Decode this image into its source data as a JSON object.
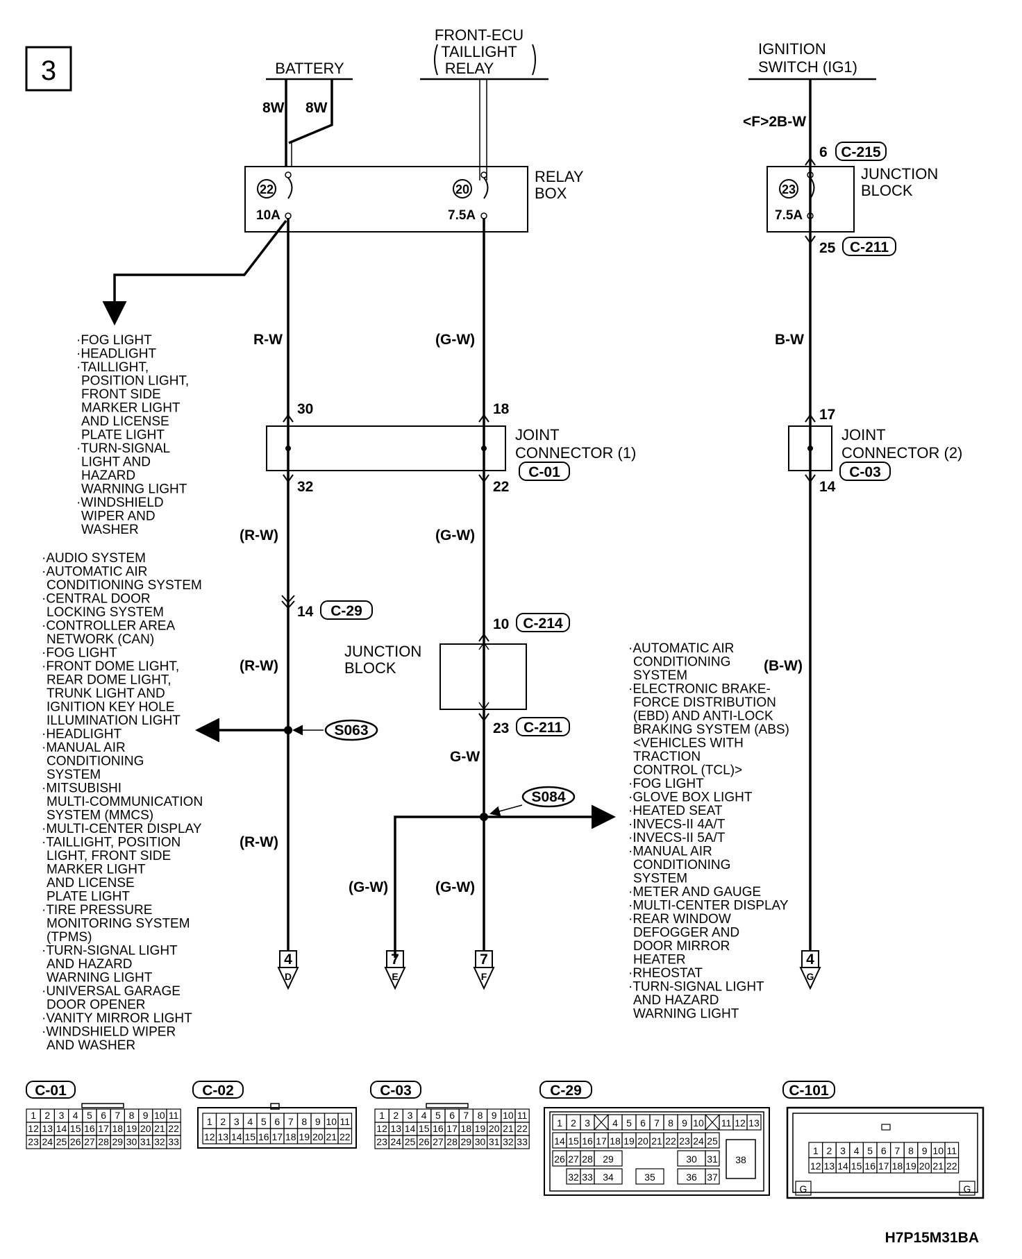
{
  "page_number": "3",
  "drawing_code": "H7P15M31BA",
  "sources": {
    "battery": "BATTERY",
    "front_ecu_lines": [
      "FRONT-ECU",
      "TAILLIGHT",
      "RELAY"
    ],
    "ignition_lines": [
      "IGNITION",
      "SWITCH (IG1)"
    ]
  },
  "wire_labels": {
    "battery_left": "8W",
    "battery_right": "8W",
    "ign_top": "<F>2B-W",
    "rw_1": "R-W",
    "gw_1": "(G-W)",
    "bw_1": "B-W",
    "rw_2": "(R-W)",
    "gw_2": "(G-W)",
    "rw_3": "(R-W)",
    "bw_2": "(B-W)",
    "gw_3": "G-W",
    "rw_4": "(R-W)",
    "gw_4": "(G-W)",
    "gw_5": "(G-W)"
  },
  "relay_box": {
    "label_lines": [
      "RELAY",
      "BOX"
    ],
    "fuse_a_no": "22",
    "fuse_a_rating": "10A",
    "fuse_b_no": "20",
    "fuse_b_rating": "7.5A"
  },
  "junction_block_top": {
    "label_lines": [
      "JUNCTION",
      "BLOCK"
    ],
    "fuse_no": "23",
    "fuse_rating": "7.5A",
    "pin_in": "6",
    "conn_in": "C-215",
    "pin_out": "25",
    "conn_out": "C-211"
  },
  "joint_connector_1": {
    "label_lines": [
      "JOINT",
      "CONNECTOR (1)"
    ],
    "connector": "C-01",
    "pin_a_in": "30",
    "pin_a_out": "32",
    "pin_b_in": "18",
    "pin_b_out": "22"
  },
  "joint_connector_2": {
    "label_lines": [
      "JOINT",
      "CONNECTOR (2)"
    ],
    "connector": "C-03",
    "pin_in": "17",
    "pin_out": "14"
  },
  "c29_pin": {
    "pin": "14",
    "connector": "C-29"
  },
  "junction_block_mid": {
    "label_lines": [
      "JUNCTION",
      "BLOCK"
    ],
    "pin_in": "10",
    "conn_in": "C-214",
    "pin_out": "23",
    "conn_out": "C-211"
  },
  "splices": {
    "s1": "S063",
    "s2": "S084"
  },
  "relay_box_branch": [
    "·FOG LIGHT",
    "·HEADLIGHT",
    "·TAILLIGHT,",
    "POSITION LIGHT,",
    "FRONT SIDE",
    "MARKER LIGHT",
    "AND LICENSE",
    "PLATE LIGHT",
    "·TURN-SIGNAL",
    "LIGHT AND",
    "HAZARD",
    "WARNING LIGHT",
    "·WINDSHIELD",
    "WIPER AND",
    "WASHER"
  ],
  "s063_branch": [
    "·AUDIO SYSTEM",
    "·AUTOMATIC AIR",
    "CONDITIONING SYSTEM",
    "·CENTRAL DOOR",
    "LOCKING SYSTEM",
    "·CONTROLLER AREA",
    "NETWORK (CAN)",
    "·FOG LIGHT",
    "·FRONT DOME LIGHT,",
    "REAR DOME LIGHT,",
    "TRUNK LIGHT AND",
    "IGNITION KEY HOLE",
    "ILLUMINATION LIGHT",
    "·HEADLIGHT",
    "·MANUAL AIR",
    "CONDITIONING",
    "SYSTEM",
    "·MITSUBISHI",
    "MULTI-COMMUNICATION",
    "SYSTEM (MMCS)",
    "·MULTI-CENTER DISPLAY",
    "·TAILLIGHT, POSITION",
    "LIGHT, FRONT SIDE",
    "MARKER LIGHT",
    "AND LICENSE",
    "PLATE LIGHT",
    "·TIRE PRESSURE",
    "MONITORING SYSTEM",
    "(TPMS)",
    "·TURN-SIGNAL LIGHT",
    "AND HAZARD",
    "WARNING LIGHT",
    "·UNIVERSAL GARAGE",
    "DOOR OPENER",
    "·VANITY MIRROR LIGHT",
    "·WINDSHIELD WIPER",
    "AND WASHER"
  ],
  "s084_branch": [
    "·AUTOMATIC AIR",
    "CONDITIONING",
    "SYSTEM",
    "·ELECTRONIC BRAKE-",
    "FORCE DISTRIBUTION",
    "(EBD) AND ANTI-LOCK",
    "BRAKING SYSTEM (ABS)",
    "<VEHICLES WITH",
    "TRACTION",
    "CONTROL (TCL)>",
    "·FOG LIGHT",
    "·GLOVE BOX LIGHT",
    "·HEATED SEAT",
    "·INVECS-II 4A/T",
    "·INVECS-II 5A/T",
    "·MANUAL AIR",
    "CONDITIONING",
    "SYSTEM",
    "·METER AND GAUGE",
    "·MULTI-CENTER DISPLAY",
    "·REAR WINDOW",
    "DEFOGGER AND",
    "DOOR MIRROR",
    "HEATER",
    "·RHEOSTAT",
    "·TURN-SIGNAL LIGHT",
    "AND HAZARD",
    "WARNING LIGHT"
  ],
  "continuations": [
    {
      "page": "4",
      "letter": "D"
    },
    {
      "page": "7",
      "letter": "E"
    },
    {
      "page": "7",
      "letter": "F"
    },
    {
      "page": "4",
      "letter": "G"
    }
  ],
  "connector_views": {
    "c01": {
      "name": "C-01",
      "rows": [
        [
          "1",
          "2",
          "3",
          "4",
          "5",
          "6",
          "7",
          "8",
          "9",
          "10",
          "11"
        ],
        [
          "12",
          "13",
          "14",
          "15",
          "16",
          "17",
          "18",
          "19",
          "20",
          "21",
          "22"
        ],
        [
          "23",
          "24",
          "25",
          "26",
          "27",
          "28",
          "29",
          "30",
          "31",
          "32",
          "33"
        ]
      ]
    },
    "c02": {
      "name": "C-02",
      "rows": [
        [
          "1",
          "2",
          "3",
          "4",
          "5",
          "6",
          "7",
          "8",
          "9",
          "10",
          "11"
        ],
        [
          "12",
          "13",
          "14",
          "15",
          "16",
          "17",
          "18",
          "19",
          "20",
          "21",
          "22"
        ]
      ]
    },
    "c03": {
      "name": "C-03",
      "rows": [
        [
          "1",
          "2",
          "3",
          "4",
          "5",
          "6",
          "7",
          "8",
          "9",
          "10",
          "11"
        ],
        [
          "12",
          "13",
          "14",
          "15",
          "16",
          "17",
          "18",
          "19",
          "20",
          "21",
          "22"
        ],
        [
          "23",
          "24",
          "25",
          "26",
          "27",
          "28",
          "29",
          "30",
          "31",
          "32",
          "33"
        ]
      ]
    },
    "c29": {
      "name": "C-29",
      "row1": [
        "1",
        "2",
        "3",
        "",
        "4",
        "5",
        "6",
        "7",
        "8",
        "9",
        "10",
        "",
        "11",
        "12",
        "13"
      ],
      "row2": [
        "14",
        "15",
        "16",
        "17",
        "18",
        "19",
        "20",
        "21",
        "22",
        "23",
        "24",
        "25"
      ],
      "row3": [
        "26",
        "29",
        "30",
        "31"
      ],
      "row3b": [
        "27",
        "28"
      ],
      "row4": [
        "32",
        "33",
        "34",
        "35",
        "36",
        "37"
      ],
      "big": "38"
    },
    "c101": {
      "name": "C-101",
      "rows": [
        [
          "1",
          "2",
          "3",
          "4",
          "5",
          "6",
          "7",
          "8",
          "9",
          "10",
          "11"
        ],
        [
          "12",
          "13",
          "14",
          "15",
          "16",
          "17",
          "18",
          "19",
          "20",
          "21",
          "22"
        ]
      ],
      "ground": "G"
    }
  }
}
